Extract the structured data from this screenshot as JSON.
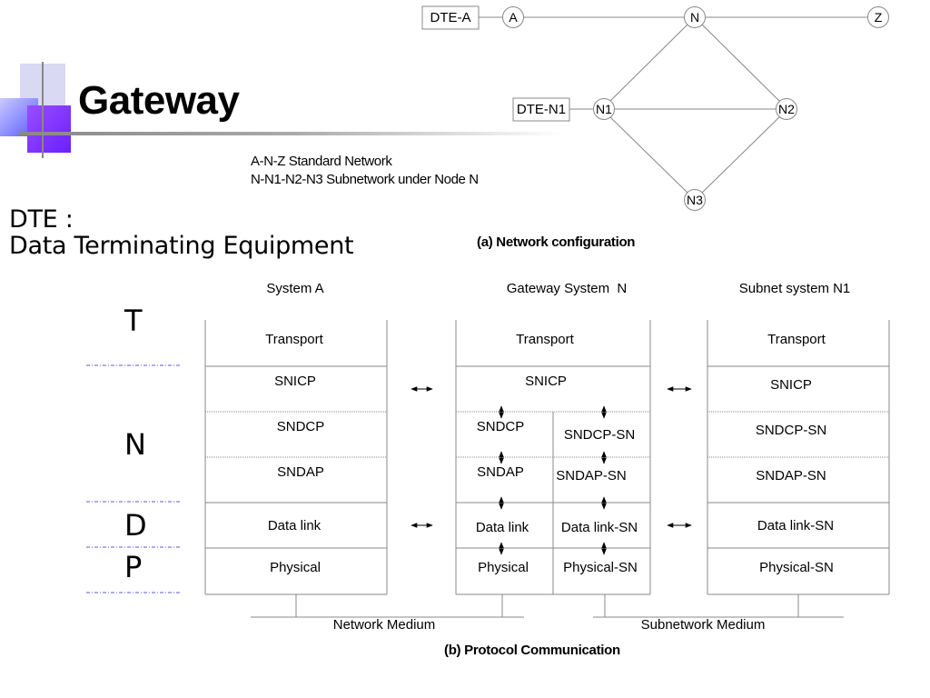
{
  "slide": {
    "title": "Gateway",
    "notes": [
      "A-N-Z Standard Network",
      "N-N1-N2-N3 Subnetwork under Node N"
    ],
    "dte_definition": [
      "DTE :",
      "Data Terminating Equipment"
    ],
    "caption_a": "(a) Network configuration",
    "caption_b": "(b) Protocol Communication"
  },
  "network": {
    "dte_a": "DTE-A",
    "dte_n1": "DTE-N1",
    "nodes": {
      "a": "A",
      "n": "N",
      "z": "Z",
      "n1": "N1",
      "n2": "N2",
      "n3": "N3"
    }
  },
  "layer_letters": [
    "T",
    "N",
    "D",
    "P"
  ],
  "systems": {
    "system_a": {
      "title": "System A",
      "layers": [
        "Transport",
        "SNICP",
        "SNDCP",
        "SNDAP",
        "Data link",
        "Physical"
      ]
    },
    "gateway": {
      "title": "Gateway System  N",
      "top_layers": [
        "Transport",
        "SNICP"
      ],
      "left_layers": [
        "SNDCP",
        "SNDAP",
        "Data link",
        "Physical"
      ],
      "right_layers": [
        "SNDCP-SN",
        "SNDAP-SN",
        "Data link-SN",
        "Physical-SN"
      ]
    },
    "subnet_n1": {
      "title": "Subnet system N1",
      "layers": [
        "Transport",
        "SNICP",
        "SNDCP-SN",
        "SNDAP-SN",
        "Data link-SN",
        "Physical-SN"
      ]
    }
  },
  "media": {
    "network": "Network Medium",
    "subnetwork": "Subnetwork Medium"
  },
  "colors": {
    "dashed_separator": "#5b5bd6",
    "line": "#777777",
    "accent_purple": "#6a2cff",
    "accent_lavender": "#c9c9f2"
  },
  "icons": [
    "double-arrow-horizontal-icon",
    "double-arrow-vertical-icon"
  ]
}
